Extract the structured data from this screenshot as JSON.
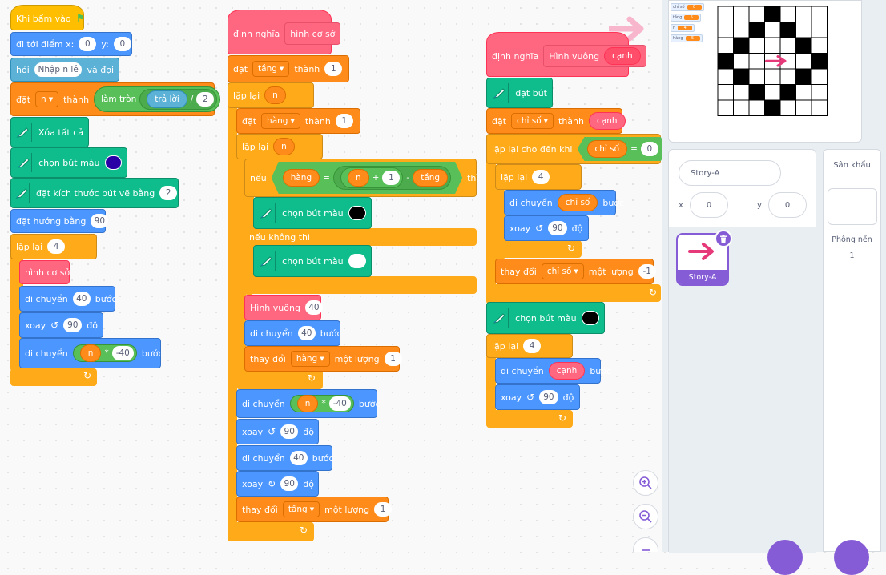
{
  "script1": {
    "when_flag": "Khi bấm vào",
    "goto_label": "đi tới điểm x:",
    "goto_x": "0",
    "goto_y_label": "y:",
    "goto_y": "0",
    "ask_label": "hỏi",
    "ask_text": "Nhập n lẻ",
    "ask_wait": "và đợi",
    "set_label": "đặt",
    "set_var": "n",
    "set_to": "thành",
    "round_label": "làm tròn",
    "answer_label": "trả lời",
    "div_op": "/",
    "div_val": "2",
    "erase_label": "Xóa tất cả",
    "pen_color_label": "chọn bút màu",
    "pen_color_value": "#2a00a6",
    "pen_size_label": "đặt kích thước bút vẽ bằng",
    "pen_size_value": "2",
    "point_dir_label": "đặt hướng bằng",
    "point_dir_value": "90",
    "repeat_label": "lặp lại",
    "repeat_count": "4",
    "call_label": "hình cơ sở",
    "move_label": "di chuyển",
    "move1_value": "40",
    "steps_label": "bước",
    "turn_label": "xoay",
    "turn_value": "90",
    "degrees_label": "độ",
    "n_label": "n",
    "mul_op": "*",
    "mul_value": "-40"
  },
  "script2": {
    "define_label": "định nghĩa",
    "define_name": "hình cơ sở",
    "set_label": "đặt",
    "var_tang": "tầng",
    "to_label": "thành",
    "tang_value": "1",
    "repeat_label": "lặp lại",
    "n_label": "n",
    "var_hang": "hàng",
    "hang_value": "1",
    "if_label": "nếu",
    "eq_op": "=",
    "plus_op": "+",
    "minus_op": "-",
    "one_value": "1",
    "then_label": "thì",
    "pen_color_label": "chọn bút màu",
    "black_color": "#000000",
    "else_label": "nếu không thì",
    "white_color": "#ffffff",
    "square_call": "Hình vuông",
    "square_arg": "40",
    "move_label": "di chuyển",
    "move_value": "40",
    "steps_label": "bước",
    "change_label": "thay đổi",
    "by_label": "một lượng",
    "change_value": "1",
    "mul_op": "*",
    "mul_value": "-40",
    "turn_label": "xoay",
    "turn_value": "90",
    "degrees_label": "độ"
  },
  "script3": {
    "define_label": "định nghĩa",
    "define_name": "Hình vuông",
    "param_name": "cạnh",
    "pen_down_label": "đặt bút",
    "set_label": "đặt",
    "var_chiso": "chỉ số",
    "to_label": "thành",
    "repeat_until_label": "lặp lại cho đến khi",
    "eq_op": "=",
    "zero_value": "0",
    "repeat_label": "lặp lại",
    "repeat_count": "4",
    "move_label": "di chuyển",
    "steps_label": "bước",
    "turn_label": "xoay",
    "turn_value": "90",
    "degrees_label": "độ",
    "change_label": "thay đổi",
    "by_label": "một lượng",
    "change_value": "-1",
    "pen_color_label": "chọn bút màu",
    "black_color": "#000000"
  },
  "stage": {
    "monitors": [
      {
        "name": "chỉ số",
        "value": "0"
      },
      {
        "name": "tầng",
        "value": "5"
      },
      {
        "name": "n",
        "value": "4"
      },
      {
        "name": "hàng",
        "value": "5"
      }
    ],
    "grid_rows": [
      [
        0,
        0,
        0,
        1,
        0,
        0,
        0
      ],
      [
        0,
        0,
        1,
        0,
        1,
        0,
        0
      ],
      [
        0,
        1,
        0,
        0,
        0,
        1,
        0
      ],
      [
        1,
        0,
        0,
        0,
        0,
        0,
        1
      ],
      [
        0,
        1,
        0,
        0,
        0,
        1,
        0
      ],
      [
        0,
        0,
        1,
        0,
        1,
        0,
        0
      ],
      [
        0,
        0,
        0,
        1,
        0,
        0,
        0
      ]
    ],
    "arrow_color": "#e6397a"
  },
  "sprite_info": {
    "name": "Story-A",
    "x_label": "x",
    "x_value": "0",
    "y_label": "y",
    "y_value": "0",
    "sprite_label": "Story-A"
  },
  "stage_pane": {
    "title": "Sân khấu",
    "backdrop_label": "Phông nền",
    "backdrop_count": "1"
  }
}
